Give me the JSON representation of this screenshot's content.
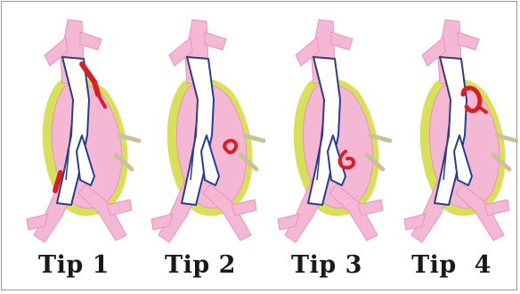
{
  "panels": [
    {
      "label": "Tip 1"
    },
    {
      "label": "Tip 2"
    },
    {
      "label": "Tip 3"
    },
    {
      "label": "Tip  4"
    }
  ],
  "colors": {
    "vessel": "#f5b8d4",
    "vessel_edge": "#e596be",
    "aneurysm_rim": "#d8e05a",
    "graft_fill": "#ffffff",
    "graft_line": "#2a3c8c",
    "endoleak": "#d81f26",
    "branch_stub": "#c9c19a"
  }
}
